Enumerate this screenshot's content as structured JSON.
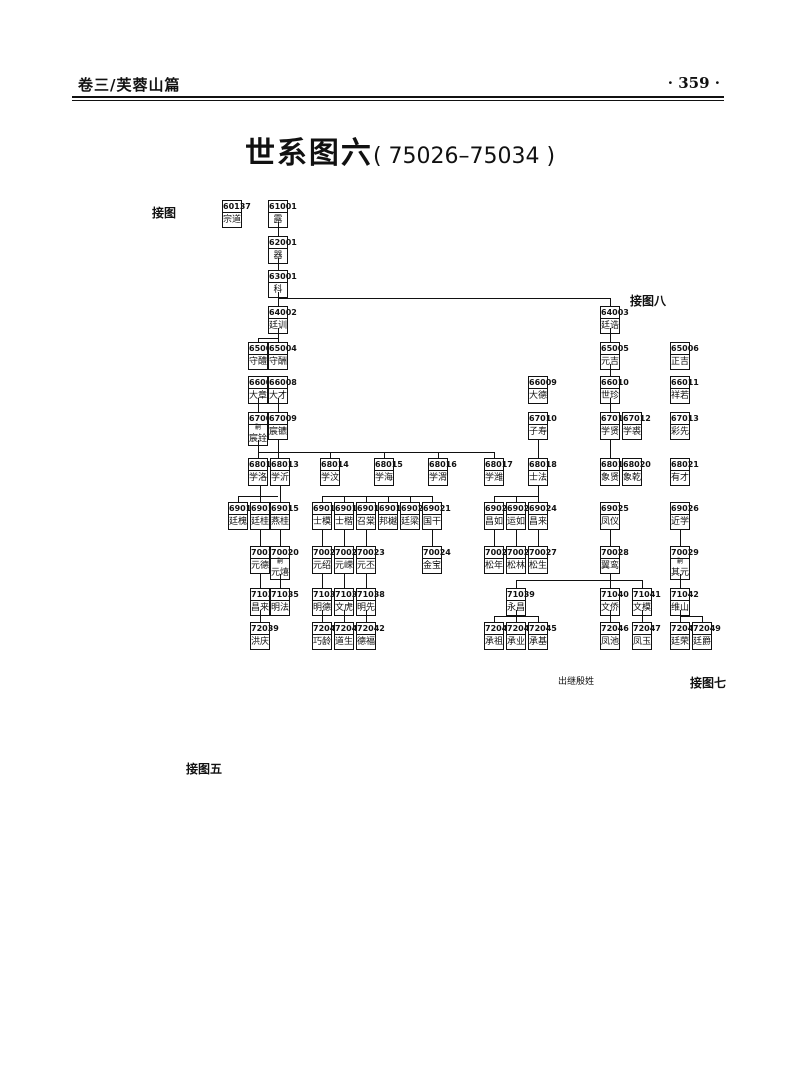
{
  "header": {
    "running_head": "卷三/芙蓉山篇",
    "page_number": "· 359 ·"
  },
  "title": {
    "main": "世系图六",
    "range": "( 75026–75034 )"
  },
  "connectors": {
    "left_link": "接图",
    "branch_8": "接图八",
    "branch_7": "接图七",
    "branch_5": "接图五",
    "adopt_note": "出继殷姓"
  },
  "nodes": {
    "n60137": {
      "id": "60137",
      "name": "宗道"
    },
    "n61001": {
      "id": "61001",
      "name": "露"
    },
    "n62001": {
      "id": "62001",
      "name": "器"
    },
    "n63001": {
      "id": "63001",
      "name": "科"
    },
    "n64002": {
      "id": "64002",
      "name": "廷训"
    },
    "n64003": {
      "id": "64003",
      "name": "廷诰"
    },
    "n65003": {
      "id": "65003",
      "name": "守醴"
    },
    "n65004": {
      "id": "65004",
      "name": "守酬"
    },
    "n65005": {
      "id": "65005",
      "name": "元吉"
    },
    "n65006": {
      "id": "65006",
      "name": "正吉"
    },
    "n66007": {
      "id": "66007",
      "name": "大章"
    },
    "n66008": {
      "id": "66008",
      "name": "大才"
    },
    "n66009": {
      "id": "66009",
      "name": "大德"
    },
    "n66010": {
      "id": "66010",
      "name": "世珍"
    },
    "n66011": {
      "id": "66011",
      "name": "祥若"
    },
    "n67008": {
      "id": "67008",
      "name": "宸铨",
      "sub": "嗣"
    },
    "n67009": {
      "id": "67009",
      "name": "宸镳"
    },
    "n67010": {
      "id": "67010",
      "name": "子寿"
    },
    "n67011": {
      "id": "67011",
      "name": "学贤"
    },
    "n67012": {
      "id": "67012",
      "name": "学裘"
    },
    "n67013": {
      "id": "67013",
      "name": "彩先"
    },
    "n68012": {
      "id": "68012",
      "name": "学洛"
    },
    "n68013": {
      "id": "68013",
      "name": "学沂"
    },
    "n68014": {
      "id": "68014",
      "name": "学汶"
    },
    "n68015": {
      "id": "68015",
      "name": "学海"
    },
    "n68016": {
      "id": "68016",
      "name": "学渭"
    },
    "n68017": {
      "id": "68017",
      "name": "学潍"
    },
    "n68018": {
      "id": "68018",
      "name": "士法"
    },
    "n68019": {
      "id": "68019",
      "name": "象贤"
    },
    "n68020": {
      "id": "68020",
      "name": "象乾"
    },
    "n68021": {
      "id": "68021",
      "name": "有才"
    },
    "n69013": {
      "id": "69013",
      "name": "廷槐"
    },
    "n69014": {
      "id": "69014",
      "name": "廷桂"
    },
    "n69015": {
      "id": "69015",
      "name": "燕桂"
    },
    "n69016": {
      "id": "69016",
      "name": "士模"
    },
    "n69017": {
      "id": "69017",
      "name": "士楷"
    },
    "n69018": {
      "id": "69018",
      "name": "召棠"
    },
    "n69019": {
      "id": "69019",
      "name": "邦樾"
    },
    "n69020": {
      "id": "69020",
      "name": "廷梁"
    },
    "n69021": {
      "id": "69021",
      "name": "国干"
    },
    "n69022": {
      "id": "69022",
      "name": "昌如"
    },
    "n69023": {
      "id": "69023",
      "name": "运如"
    },
    "n69024": {
      "id": "69024",
      "name": "昌来"
    },
    "n69025": {
      "id": "69025",
      "name": "凤仪"
    },
    "n69026": {
      "id": "69026",
      "name": "近学"
    },
    "n70019": {
      "id": "70019",
      "name": "元德"
    },
    "n70020": {
      "id": "70020",
      "name": "元熺",
      "sub": "嗣"
    },
    "n70021": {
      "id": "70021",
      "name": "元绍"
    },
    "n70022": {
      "id": "70022",
      "name": "元嵘"
    },
    "n70023": {
      "id": "70023",
      "name": "元丕"
    },
    "n70024": {
      "id": "70024",
      "name": "金宝"
    },
    "n70025": {
      "id": "70025",
      "name": "松年"
    },
    "n70026": {
      "id": "70026",
      "name": "松林"
    },
    "n70027": {
      "id": "70027",
      "name": "松生"
    },
    "n70028": {
      "id": "70028",
      "name": "翼鸾"
    },
    "n70029": {
      "id": "70029",
      "name": "其元",
      "sub": "嗣"
    },
    "n71034": {
      "id": "71034",
      "name": "昌来"
    },
    "n71035": {
      "id": "71035",
      "name": "明法"
    },
    "n71036": {
      "id": "71036",
      "name": "明德"
    },
    "n71037": {
      "id": "71037",
      "name": "文虎"
    },
    "n71038": {
      "id": "71038",
      "name": "明先"
    },
    "n71039": {
      "id": "71039",
      "name": "永昌"
    },
    "n71040": {
      "id": "71040",
      "name": "文侨"
    },
    "n71041": {
      "id": "71041",
      "name": "文模"
    },
    "n71042": {
      "id": "71042",
      "name": "维山"
    },
    "n72039": {
      "id": "72039",
      "name": "洪庆"
    },
    "n72040": {
      "id": "72040",
      "name": "巧龄"
    },
    "n72041": {
      "id": "72041",
      "name": "道生"
    },
    "n72042": {
      "id": "72042",
      "name": "德福"
    },
    "n72043": {
      "id": "72043",
      "name": "承祖"
    },
    "n72044": {
      "id": "72044",
      "name": "承业"
    },
    "n72045": {
      "id": "72045",
      "name": "承基"
    },
    "n72046": {
      "id": "72046",
      "name": "凤池"
    },
    "n72047": {
      "id": "72047",
      "name": "凤玉"
    },
    "n72048": {
      "id": "72048",
      "name": "廷荣"
    },
    "n72049": {
      "id": "72049",
      "name": "廷爵"
    }
  }
}
